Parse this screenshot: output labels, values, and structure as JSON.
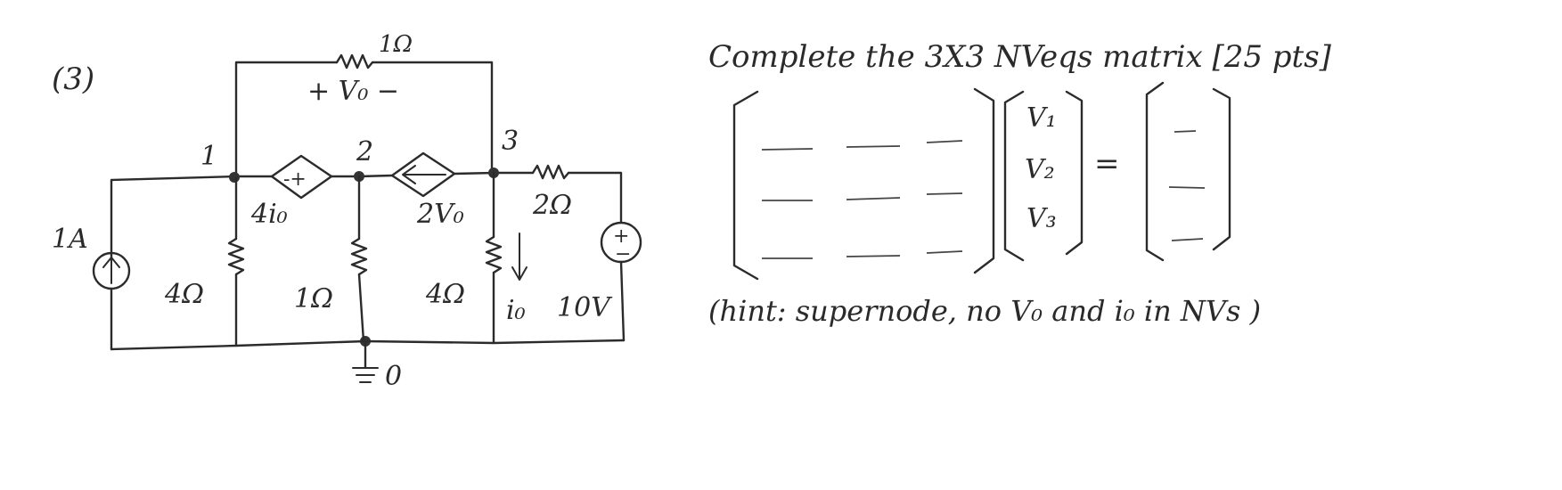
{
  "problem": {
    "number": "(3)",
    "instruction": "Complete the 3X3 NVeqs matrix [25 pts]",
    "hint": "(hint: supernode, no V₀ and i₀ in NVs )",
    "vector_entries": [
      "V₁",
      "V₂",
      "V₃"
    ],
    "equals": "="
  },
  "circuit": {
    "top_resistor": "1Ω",
    "vo_polarity": "+ V₀ −",
    "node_1": "1",
    "node_2": "2",
    "node_3": "3",
    "ground_label": "0",
    "current_source": "1A",
    "dep_voltage_source": "4i₀",
    "dep_current_source": "2V₀",
    "right_resistor": "2Ω",
    "r_node1": "4Ω",
    "r_node2": "1Ω",
    "r_node3": "4Ω",
    "io_label": "i₀",
    "voltage_source": "10V"
  },
  "matrix": {
    "rows": 3,
    "cols": 3
  }
}
